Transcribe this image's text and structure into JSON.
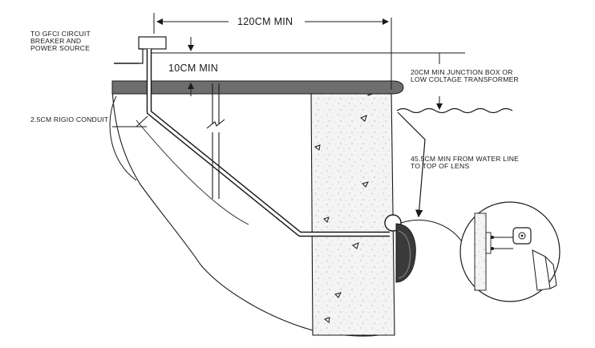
{
  "labels": {
    "gfci_line1": "TO GFCI CIRCUIT",
    "gfci_line2": "BREAKER AND",
    "gfci_line3": "POWER SOURCE",
    "dim_width": "120CM MIN",
    "dim_height": "10CM MIN",
    "junction_line1": "20CM MIN JUNCTION BOX OR",
    "junction_line2": "LOW COLTAGE TRANSFORMER",
    "conduit": "2.5CM RIGIO CONDUIT",
    "lens_line1": "45.5CM MIN FROM WATER LINE",
    "lens_line2": "TO TOP OF LENS"
  },
  "colors": {
    "line": "#1a1a1a",
    "deck": "#6e6e6e",
    "concrete": "#f4f4f4"
  }
}
